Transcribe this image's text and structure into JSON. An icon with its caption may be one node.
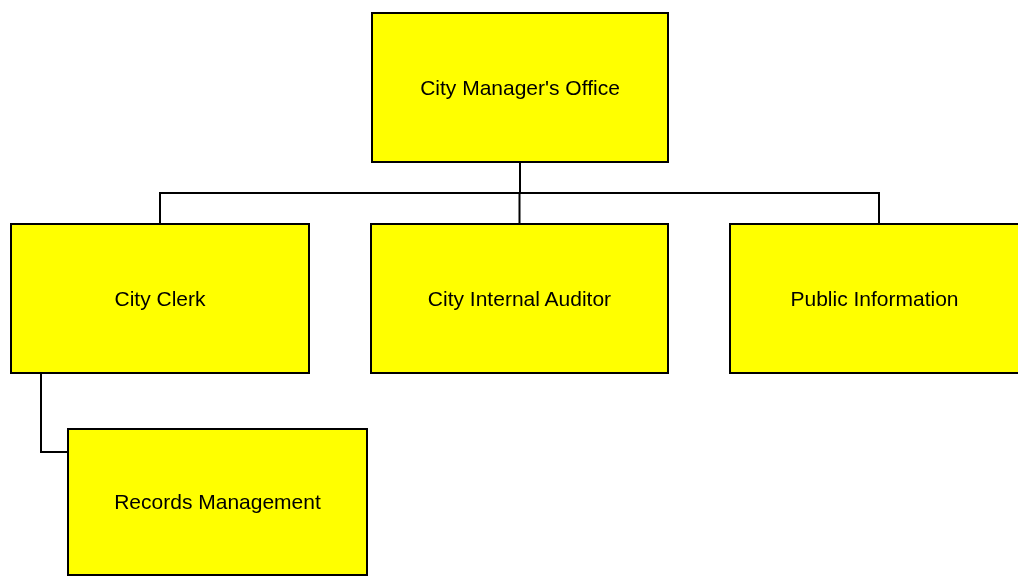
{
  "diagram": {
    "nodes": [
      {
        "text": [
          "City Manager's Office"
        ]
      },
      {
        "text": [
          "City Clerk"
        ]
      },
      {
        "text": [
          "City Internal Auditor"
        ]
      },
      {
        "text": [
          "Public Information"
        ]
      },
      {
        "text": [
          "Records Management"
        ]
      }
    ],
    "edges": [
      {
        "from": 0,
        "to": 1,
        "arrow": "none"
      },
      {
        "from": 0,
        "to": 2,
        "arrow": "none"
      },
      {
        "from": 0,
        "to": 3,
        "arrow": "none"
      },
      {
        "from": 1,
        "to": 4,
        "arrow": "none"
      }
    ]
  }
}
